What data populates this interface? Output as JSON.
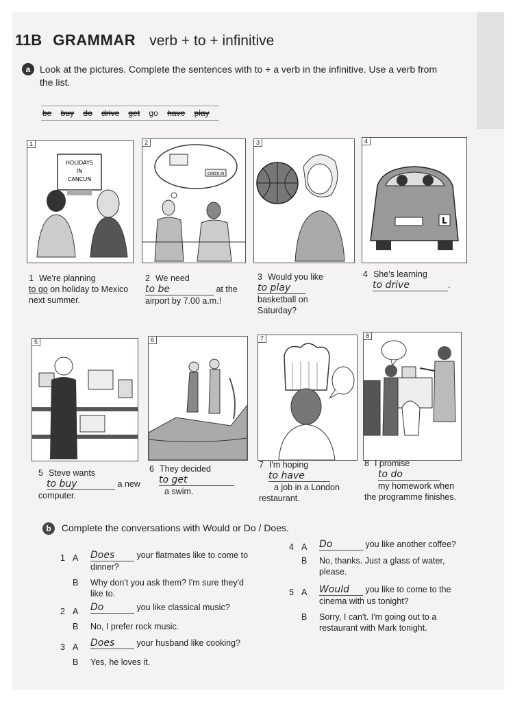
{
  "header": {
    "code": "11B",
    "section": "GRAMMAR",
    "topic": "verb + to + infinitive"
  },
  "exercise_a": {
    "badge": "a",
    "instruction": "Look at the pictures. Complete the sentences with to + a verb in the infinitive. Use a verb from the list.",
    "word_list": [
      "be",
      "buy",
      "do",
      "drive",
      "get",
      "go",
      "have",
      "play"
    ],
    "pictures": [
      {
        "num": "1",
        "sign": "HOLIDAYS IN CANCUN"
      },
      {
        "num": "2",
        "sign": "CHECK IN"
      },
      {
        "num": "3"
      },
      {
        "num": "4",
        "plate": "L"
      },
      {
        "num": "5"
      },
      {
        "num": "6"
      },
      {
        "num": "7"
      },
      {
        "num": "8"
      }
    ],
    "items": [
      {
        "num": "1",
        "before": "We're planning",
        "answer": "to go",
        "after": "on holiday to Mexico next summer."
      },
      {
        "num": "2",
        "before": "We need",
        "answer": "to be",
        "after": "at the airport by 7.00 a.m.!"
      },
      {
        "num": "3",
        "before": "Would you like",
        "answer": "to play",
        "after": "basketball on Saturday?"
      },
      {
        "num": "4",
        "before": "She's learning",
        "answer": "to drive",
        "after": "."
      },
      {
        "num": "5",
        "before": "Steve wants",
        "answer": "to buy",
        "after": "a new computer."
      },
      {
        "num": "6",
        "before": "They decided",
        "answer": "to get",
        "after": "a swim."
      },
      {
        "num": "7",
        "before": "I'm hoping",
        "answer": "to have",
        "after": "a job in a London restaurant."
      },
      {
        "num": "8",
        "before": "I promise",
        "answer": "to do",
        "after": "my homework when the programme finishes."
      }
    ]
  },
  "exercise_b": {
    "badge": "b",
    "instruction": "Complete the conversations with Would or Do / Does.",
    "conversations": [
      {
        "num": "1",
        "a_answer": "Does",
        "a_text": "your flatmates like to come to dinner?",
        "b_text": "Why don't you ask them? I'm sure they'd like to."
      },
      {
        "num": "2",
        "a_answer": "Do",
        "a_text": "you like classical music?",
        "b_text": "No, I prefer rock music."
      },
      {
        "num": "3",
        "a_answer": "Does",
        "a_text": "your husband like cooking?",
        "b_text": "Yes, he loves it."
      },
      {
        "num": "4",
        "a_answer": "Do",
        "a_text": "you like another coffee?",
        "b_text": "No, thanks. Just a glass of water, please."
      },
      {
        "num": "5",
        "a_answer": "Would",
        "a_text": "you like to come to the cinema with us tonight?",
        "b_text": "Sorry, I can't. I'm going out to a restaurant with Mark tonight."
      }
    ]
  }
}
